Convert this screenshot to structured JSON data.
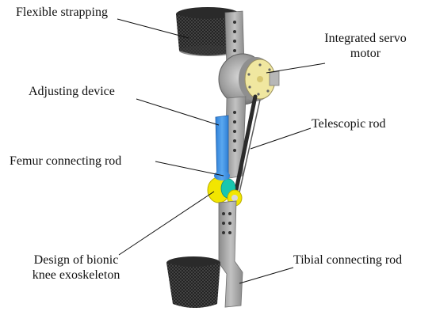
{
  "labels": {
    "flexible_strapping": "Flexible strapping",
    "servo_line1": "Integrated servo",
    "servo_line2": "motor",
    "adjusting_device": "Adjusting device",
    "telescopic_rod": "Telescopic rod",
    "femur_rod": "Femur connecting rod",
    "bionic_line1": "Design of bionic",
    "bionic_line2": "knee exoskeleton",
    "tibial_rod": "Tibial connecting rod"
  },
  "colors": {
    "metal": "#a8a8a8",
    "metal_dark": "#7c7c7c",
    "adjuster_blue": "#3d8fe0",
    "knee_yellow": "#f2e600",
    "knee_teal": "#19c7b0",
    "motor_face": "#f0e7a0",
    "strap": "#3a3a3a",
    "rod_dark": "#2b2b2b",
    "leader_line": "#111111"
  }
}
